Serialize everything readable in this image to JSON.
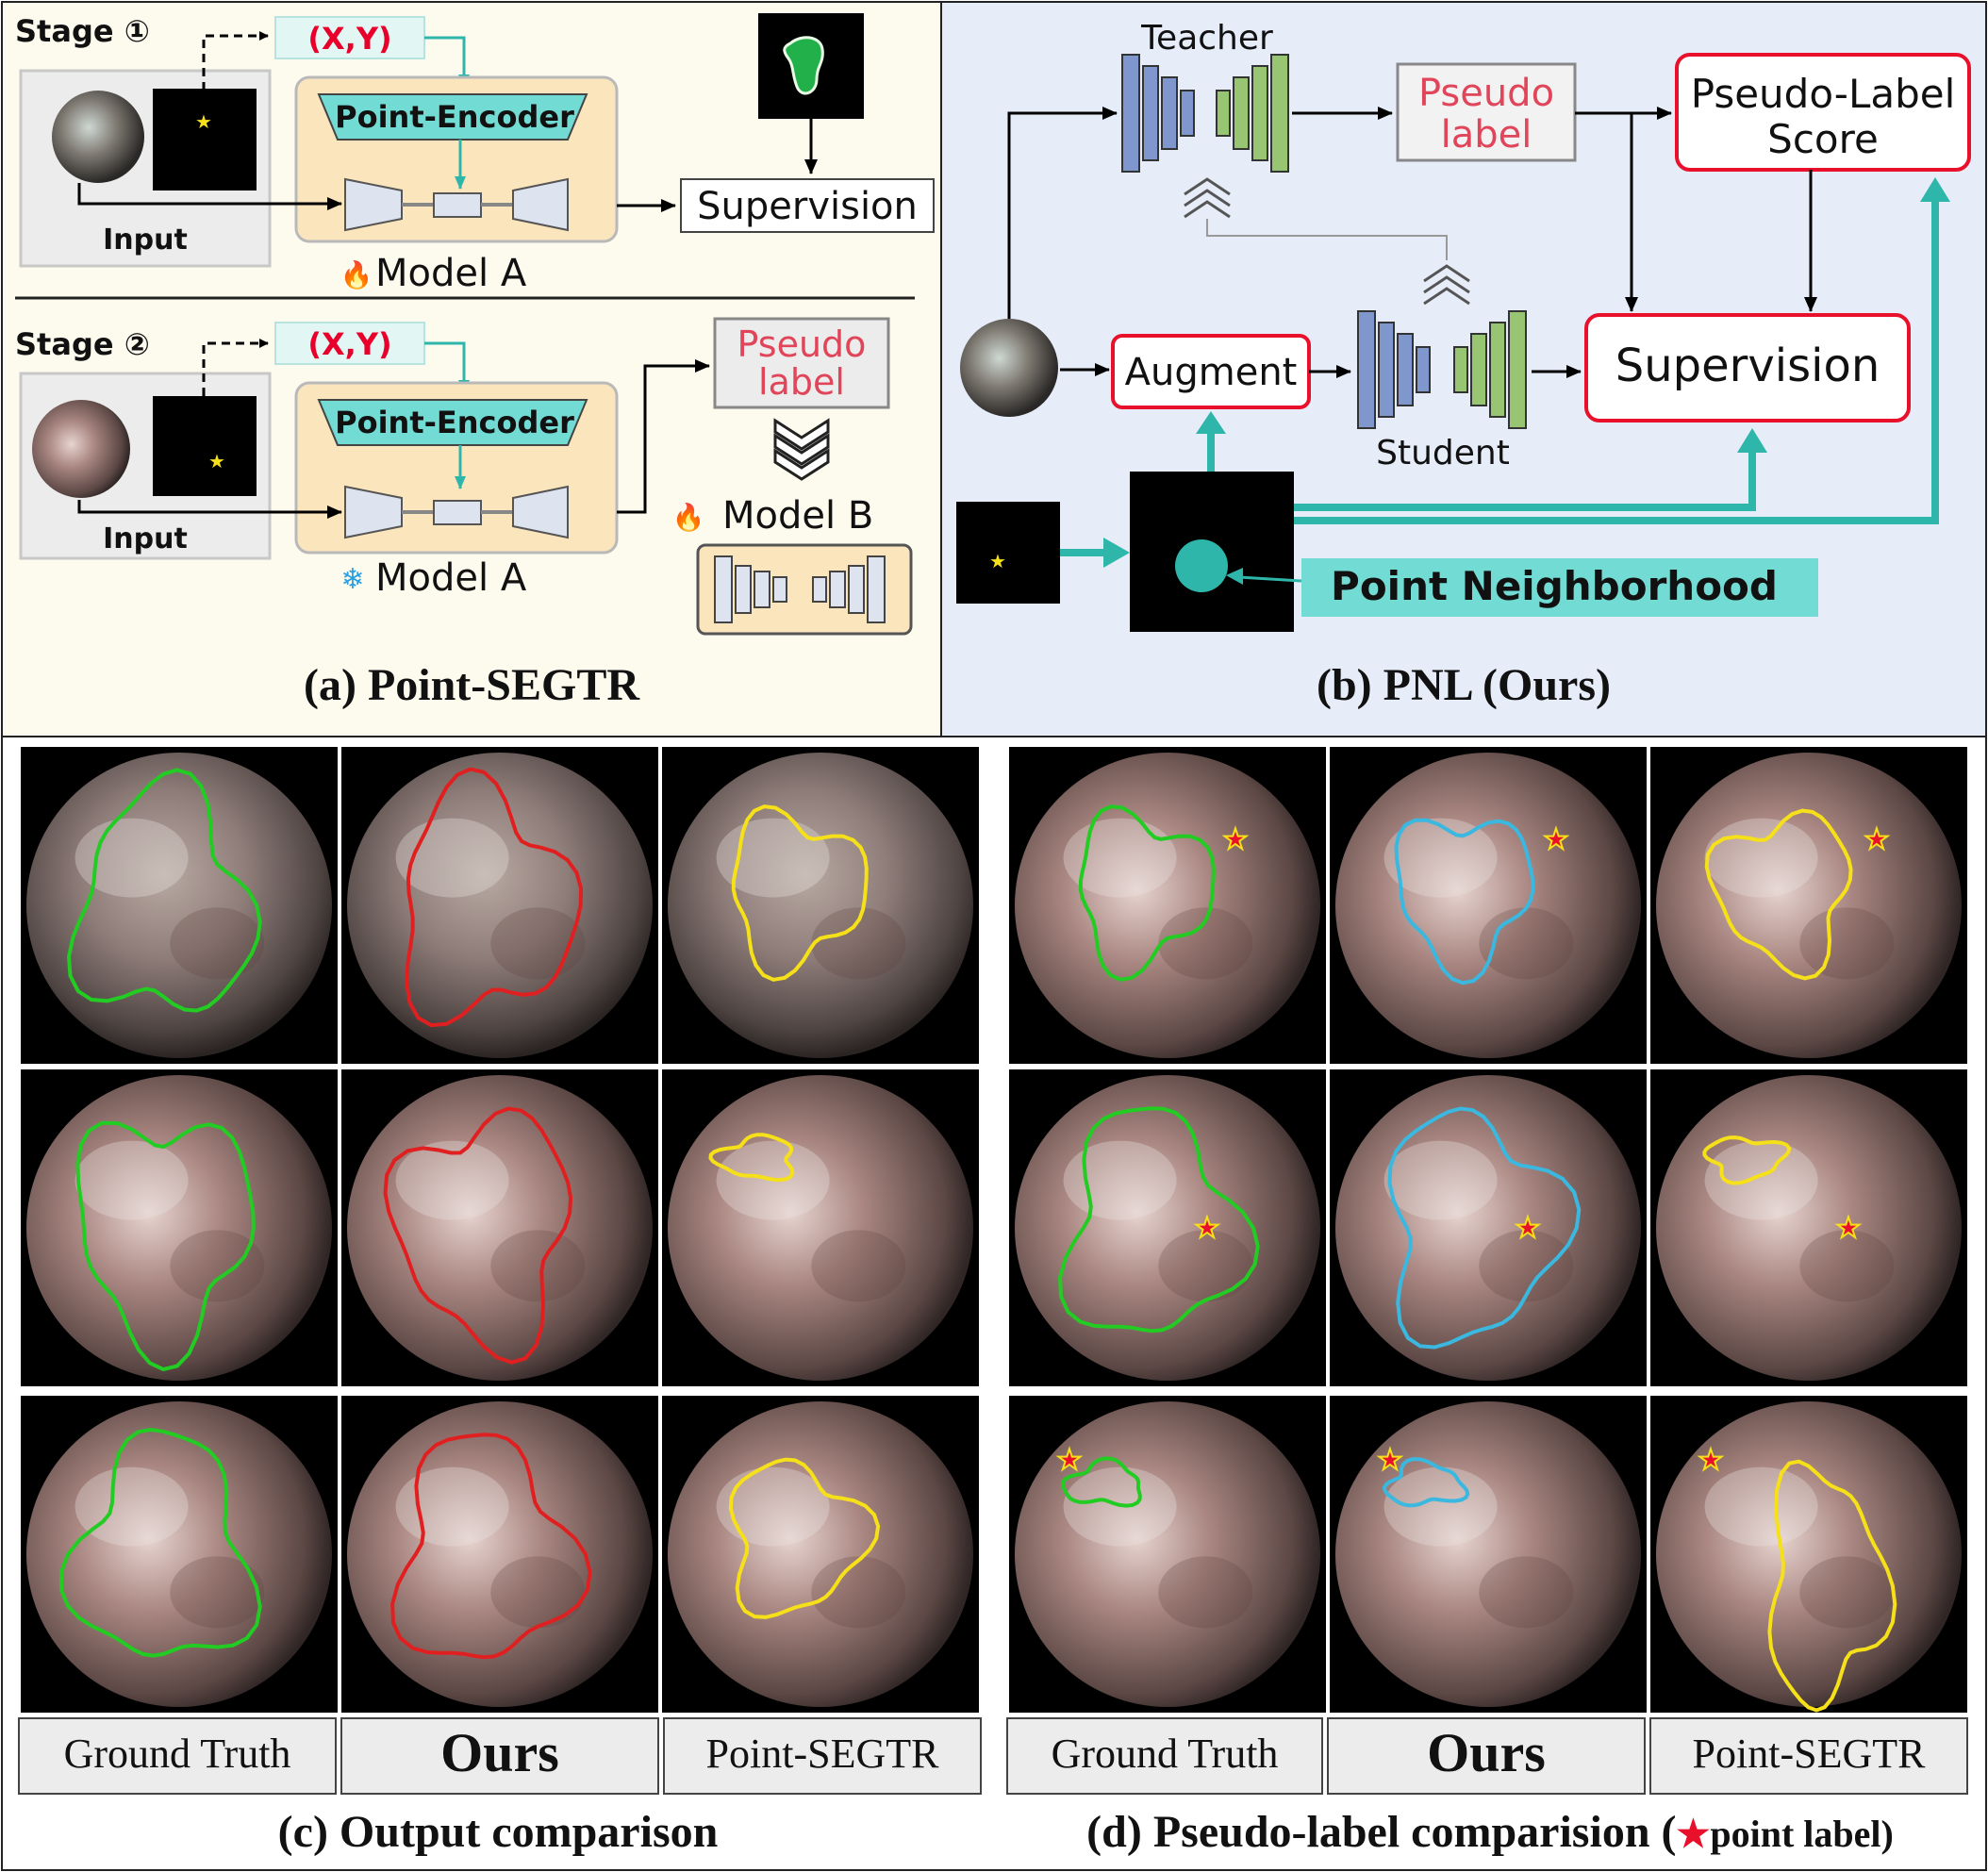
{
  "panel_a": {
    "stage1_label": "Stage ①",
    "stage2_label": "Stage ②",
    "coord_label": "(X,Y)",
    "point_encoder_label": "Point-Encoder",
    "input_label": "Input",
    "supervision_label": "Supervision",
    "model_a_label": "Model A",
    "model_b_label": "Model B",
    "pseudo_label_line1": "Pseudo",
    "pseudo_label_line2": "label",
    "caption": "(a) Point-SEGTR"
  },
  "panel_b": {
    "teacher_label": "Teacher",
    "student_label": "Student",
    "pseudo_label_line1": "Pseudo",
    "pseudo_label_line2": "label",
    "pl_score_line1": "Pseudo-Label",
    "pl_score_line2": "Score",
    "augment_label": "Augment",
    "supervision_label": "Supervision",
    "point_neighborhood_label": "Point Neighborhood",
    "caption": "(b)  PNL  (Ours)"
  },
  "panel_c": {
    "columns": [
      "Ground Truth",
      "Ours",
      "Point-SEGTR"
    ],
    "caption": "(c) Output comparison"
  },
  "panel_d": {
    "columns": [
      "Ground Truth",
      "Ours",
      "Point-SEGTR"
    ],
    "caption_main": "(d) Pseudo-label comparision (",
    "caption_tail": "point label)"
  },
  "colors": {
    "panel_a_bg": "#fdfbee",
    "panel_b_bg": "#e6edf9",
    "teal": "#2fb6ab",
    "teal_light": "#72dbd3",
    "red_text": "#e8002a",
    "encoder_blue": "#7f97cc",
    "decoder_green": "#98c572",
    "contour_gt": "#22cc22",
    "contour_ours_c": "#e02020",
    "contour_ours_d": "#3ab8e0",
    "contour_segtr": "#f5e01a"
  },
  "icons": [
    "star-icon",
    "flame-icon",
    "snowflake-icon",
    "chevron-down-icon",
    "chevron-up-icon"
  ]
}
